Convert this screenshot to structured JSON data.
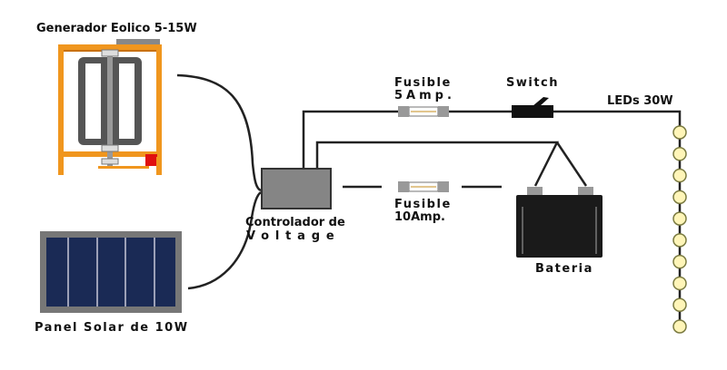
{
  "labels": {
    "wind_generator": "Generador Eolico 5-15W",
    "solar_panel": "Panel Solar de 10W",
    "controller_line1": "Controlador de",
    "controller_line2": "Voltage",
    "fuse_top_line1": "Fusible",
    "fuse_top_line2": "5Amp.",
    "switch": "Switch",
    "leds": "LEDs 30W",
    "fuse_bottom_line1": "Fusible",
    "fuse_bottom_line2": "10Amp.",
    "battery": "Bateria"
  },
  "colors": {
    "frame_orange": "#f0961e",
    "rotor_dark": "#555555",
    "controller_fill": "#858585",
    "solar_frame": "#777777",
    "solar_cells": "#1a2a55",
    "battery_body": "#1a1a1a",
    "terminal": "#999999",
    "led_fill": "#fff5b8",
    "led_stroke": "#7a7a40",
    "wire": "#222222",
    "red_box": "#e01010"
  },
  "led_string": {
    "count": 10
  }
}
